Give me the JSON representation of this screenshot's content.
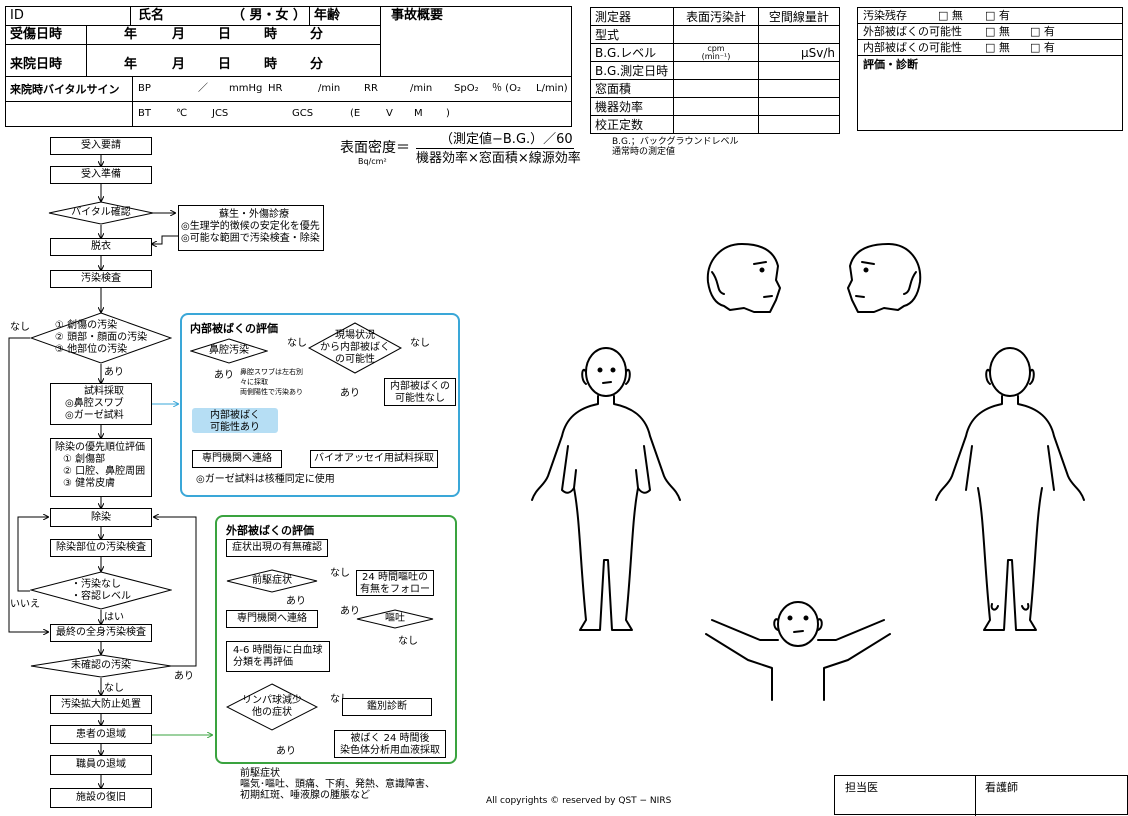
{
  "header": {
    "id": "ID",
    "name": "氏名",
    "sex": "（ 男・女 ）",
    "age": "年齢",
    "accident": "事故概要",
    "injury_dt": "受傷日時",
    "visit_dt": "来院日時",
    "year": "年",
    "month": "月",
    "day": "日",
    "hour": "時",
    "minute": "分",
    "vitals_label": "来院時バイタルサイン",
    "vitals1": [
      "BP",
      "／",
      "mmHg",
      "HR",
      "/min",
      "RR",
      "/min",
      "SpO₂",
      "％ (O₂",
      "L/min)"
    ],
    "vitals2": [
      "BT",
      "℃",
      "JCS",
      "GCS",
      "(E",
      "V",
      "M",
      ")"
    ]
  },
  "meter": {
    "col_device": "測定器",
    "col_surface": "表面汚染計",
    "col_space": "空間線量計",
    "rows": [
      "型式",
      "B.G.レベル",
      "B.G.測定日時",
      "窓面積",
      "機器効率",
      "校正定数"
    ],
    "cpm": "cpm",
    "cpm_sub": "(min⁻¹)",
    "usv": "μSv/h",
    "note1": "B.G.；バックグラウンドレベル",
    "note2": "通常時の測定値"
  },
  "status": {
    "r1": "汚染残存",
    "r2": "外部被ばくの可能性",
    "r3": "内部被ばくの可能性",
    "none": "□ 無",
    "exists": "□ 有",
    "eval": "評価・診断"
  },
  "formula": {
    "lhs": "表面密度＝",
    "unit": "Bq/cm²",
    "num": "（測定値−B.G.）／60",
    "den": "機器効率×窓面積×線源効率"
  },
  "flow": {
    "b1": "受入要請",
    "b2": "受入準備",
    "d1": "バイタル確認",
    "resus": [
      "蘇生・外傷診療",
      "◎生理学的徴候の安定化を優先",
      "◎可能な範囲で汚染検査・除染"
    ],
    "b3": "脱衣",
    "b4": "汚染検査",
    "d2": [
      "① 創傷の汚染",
      "② 頭部・顔面の汚染",
      "③ 他部位の汚染"
    ],
    "nashi": "なし",
    "ari": "あり",
    "sample": [
      "試料採取",
      "◎鼻腔スワブ",
      "◎ガーゼ試料"
    ],
    "priority": [
      "除染の優先順位評価",
      "① 創傷部",
      "② 口腔、鼻腔周囲",
      "③ 健常皮膚"
    ],
    "decon": "除染",
    "decon_check": "除染部位の汚染検査",
    "d3": [
      "・汚染なし",
      "・容認レベル"
    ],
    "iie": "いいえ",
    "hai": "はい",
    "final": "最終の全身汚染検査",
    "d4": "未確認の汚染",
    "spread": "汚染拡大防止処置",
    "pt_exit": "患者の退域",
    "staff_exit": "職員の退域",
    "restore": "施設の復旧"
  },
  "internal": {
    "title": "内部被ばくの評価",
    "nasal": "鼻腔汚染",
    "site": [
      "現場状況",
      "から内部被ばく",
      "の可能性"
    ],
    "swab_note": [
      "鼻腔スワブは左右別",
      "々に採取",
      "両側陽性で汚染あり"
    ],
    "none_box": [
      "内部被ばくの",
      "可能性なし"
    ],
    "possible": [
      "内部被ばく",
      "可能性あり"
    ],
    "contact": "専門機関へ連絡",
    "bioassay": "バイオアッセイ用試料採取",
    "note": "◎ガーゼ試料は核種同定に使用",
    "ari": "あり",
    "nashi": "なし"
  },
  "external": {
    "title": "外部被ばくの評価",
    "check": "症状出現の有無確認",
    "prodrome": "前駆症状",
    "follow": [
      "24 時間嘔吐の",
      "有無をフォロー"
    ],
    "vomit": "嘔吐",
    "contact": "専門機関へ連絡",
    "reeval": [
      "4-6 時間毎に白血球",
      "分類を再評価"
    ],
    "lymph": [
      "リンパ球減少",
      "他の症状"
    ],
    "diff": "鑑別診断",
    "blood": [
      "被ばく 24 時間後",
      "染色体分析用血液採取"
    ],
    "ari": "あり",
    "nashi": "なし"
  },
  "prodrome_note": [
    "前駆症状",
    "嘔気･嘔吐、頭痛、下痢、発熱、意識障害、",
    "初期紅斑、唾液腺の腫脹など"
  ],
  "copyright": "All copyrights © reserved by QST − NIRS",
  "signature": {
    "doctor": "担当医",
    "nurse": "看護師"
  },
  "colors": {
    "internal_border": "#3aa7d8",
    "external_border": "#3aa33f",
    "highlight_fill": "#b6def4"
  }
}
